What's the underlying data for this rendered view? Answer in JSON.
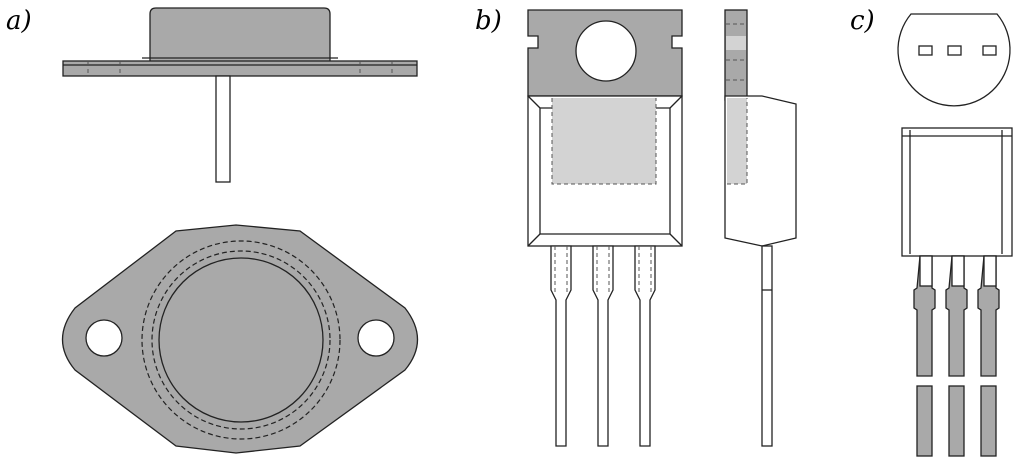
{
  "panels": {
    "a": {
      "label": "a)"
    },
    "b": {
      "label": "b)"
    },
    "c": {
      "label": "c)"
    }
  },
  "colors": {
    "body_fill": "#a9a9a9",
    "light_fill": "#d3d3d3",
    "outline": "#222222",
    "background": "#ffffff"
  }
}
